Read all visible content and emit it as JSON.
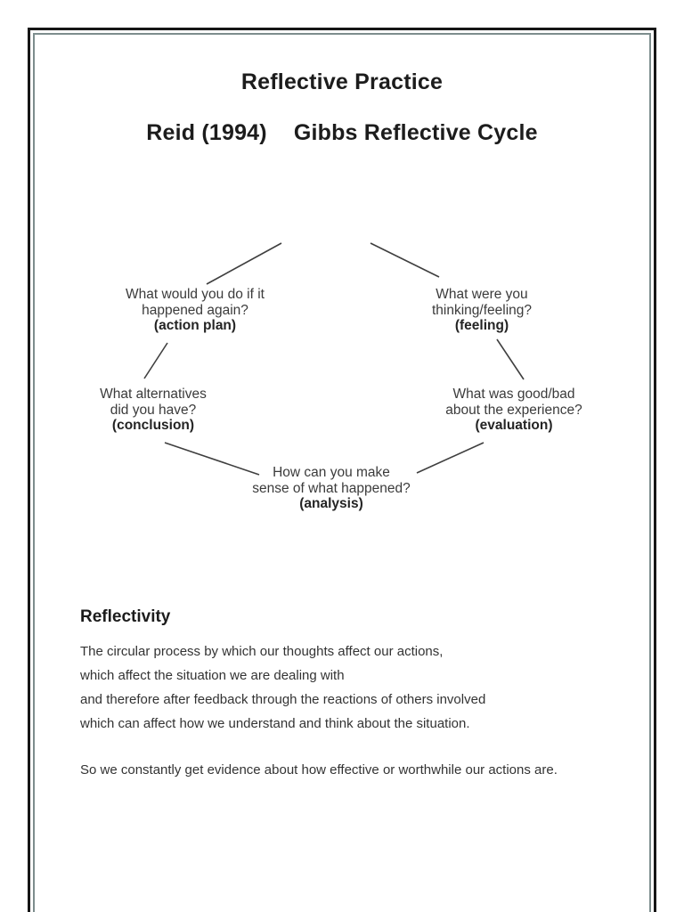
{
  "header": {
    "title": "Reflective Practice",
    "citation": "Reid (1994)",
    "subtitle": "Gibbs Reflective Cycle"
  },
  "diagram": {
    "nodes": {
      "action_plan": {
        "line1": "What would you do if it",
        "line2": "happened again?",
        "label": "(action plan)"
      },
      "feeling": {
        "line1": "What were you",
        "line2": "thinking/feeling?",
        "label": "(feeling)"
      },
      "conclusion": {
        "line1": "What alternatives",
        "line2": "did you have?",
        "label": "(conclusion)"
      },
      "evaluation": {
        "line1": "What was good/bad",
        "line2": "about the experience?",
        "label": "(evaluation)"
      },
      "analysis": {
        "line1": "How can you make",
        "line2": "sense of what happened?",
        "label": "(analysis)"
      }
    }
  },
  "reflectivity": {
    "heading": "Reflectivity",
    "lines": [
      "The circular process by which our thoughts affect our actions,",
      "which affect the situation we are dealing with",
      "and therefore after feedback through the reactions of others involved",
      "which can affect how we understand and think about the situation."
    ],
    "summary": "So we constantly get evidence about how effective or worthwhile our actions are."
  },
  "colors": {
    "border_outer": "#161616",
    "border_inner": "#7d8d8d",
    "text_title": "#1c1c1c",
    "text_body": "#333333",
    "line_stroke": "#3f3f3f"
  }
}
